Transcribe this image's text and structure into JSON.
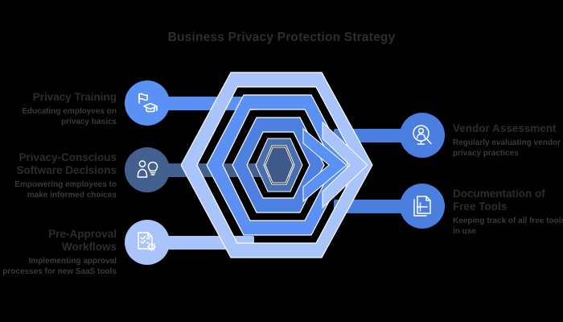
{
  "header": {
    "title": "Business Privacy Protection Strategy"
  },
  "theme": {
    "background": "#000000",
    "title_color": "#2e2e2e",
    "text_color": "#2d2d2d",
    "subtext_color": "#3a3a3a",
    "ring_outer": "#a8c4fb",
    "ring_second": "#5b90f5",
    "ring_third": "#4d80e0",
    "ring_fourth": "#4a6fae",
    "center_hex": "#3f5a8a",
    "icon_stroke": "#ffffff"
  },
  "diagram": {
    "type": "hexagon-chevron-radial",
    "center_label": "",
    "left_nodes": [
      {
        "title": "Privacy Training",
        "subtitle": "Educating employees on\nprivacy basics",
        "icon": "graduation-cap-icon",
        "color": "#5b90f5",
        "connector_color": "#5b90f5"
      },
      {
        "title": "Privacy-Conscious\nSoftware Decisions",
        "subtitle": "Empowering employees to\nmake informed choices",
        "icon": "person-lightbulb-icon",
        "color": "#44608f",
        "connector_color": "#44608f"
      },
      {
        "title": "Pre-Approval\nWorkflows",
        "subtitle": "Implementing approval\nprocesses for new SaaS tools",
        "icon": "checklist-gear-icon",
        "color": "#a8c4fb",
        "connector_color": "#a8c4fb"
      }
    ],
    "right_nodes": [
      {
        "title": "Vendor Assessment",
        "subtitle": "Regularly evaluating vendor\nprivacy practices",
        "icon": "user-search-icon",
        "color": "#4a7fe0",
        "connector_color": "#4a7fe0"
      },
      {
        "title": "Documentation of\nFree Tools",
        "subtitle": "Keeping track of all free tools\nin use",
        "icon": "documents-icon",
        "color": "#4a7fe0",
        "connector_color": "#4a7fe0"
      }
    ]
  }
}
